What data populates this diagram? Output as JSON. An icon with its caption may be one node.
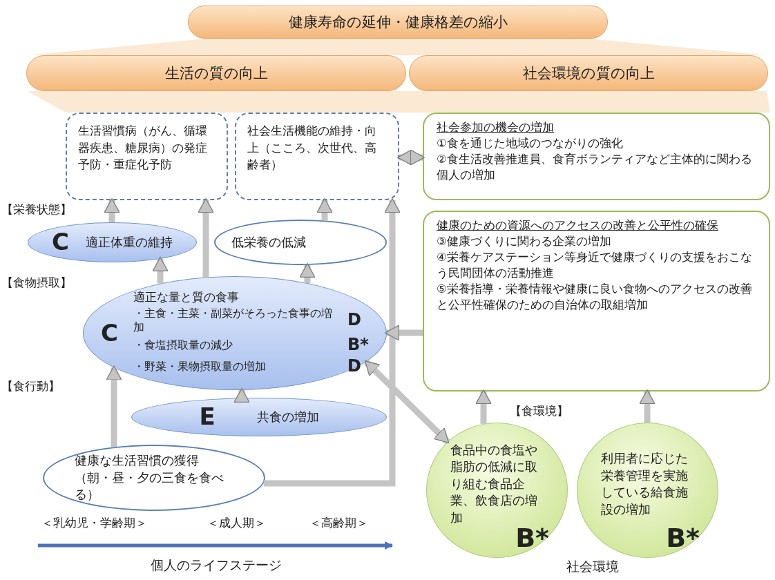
{
  "diagram": {
    "nodes": [
      {
        "text": [
          "健康寿命の延伸・健康格差の縮小"
        ]
      },
      {
        "text": [
          "生活の質の向上"
        ]
      },
      {
        "text": [
          "社会環境の質の向上"
        ]
      },
      {
        "text": [
          "生活習慣病（がん、循環器疾患、糖尿病）の発症予防・重症化予防"
        ]
      },
      {
        "text": [
          "社会生活機能の維持・向上（こころ、次世代、高齢者）"
        ]
      },
      {
        "text": [
          "社会参加の機会の増加",
          "①食を通じた地域のつながりの強化",
          "②食生活改善推進員、食育ボランティアなど主体的に関わる個人の増加"
        ]
      },
      {
        "text": [
          "健康のための資源へのアクセスの改善と公平性の確保",
          "③健康づくりに関わる企業の増加",
          "④栄養ケアステーション等身近で健康づくりの支援をおこなう民間団体の活動推進",
          "⑤栄養指導・栄養情報や健康に良い食物へのアクセスの改善と公平性確保のための自治体の取組増加"
        ]
      },
      {
        "text": [
          "C",
          "適正体重の維持"
        ]
      },
      {
        "text": [
          "低栄養の低減"
        ]
      },
      {
        "text": [
          "C",
          "適正な量と質の食事",
          "・主食・主菜・副菜がそろった食事の増加",
          "D",
          "・食塩摂取量の減少",
          "B*",
          "・野菜・果物摂取量の増加",
          "D"
        ]
      },
      {
        "text": [
          "E",
          "共食の増加"
        ]
      },
      {
        "text": [
          "健康な生活習慣の獲得（朝・昼・夕の三食を食べる）"
        ]
      },
      {
        "text": [
          "食品中の食塩や脂肪の低減に取り組む食品企業、飲食店の増加",
          "B*"
        ]
      },
      {
        "text": [
          "利用者に応じた栄養管理を実施している給食施設の増加",
          "B*"
        ]
      },
      {
        "text": [],
        "shape": "trapezoid"
      },
      {
        "text": [],
        "shape": "trapezoid"
      }
    ],
    "edges": [
      {
        "from": 7,
        "to": 3,
        "arrow": "to"
      },
      {
        "from": 9,
        "to": 3,
        "arrow": "to"
      },
      {
        "from": 9,
        "to": 7,
        "arrow": "to"
      },
      {
        "from": 9,
        "to": 8,
        "arrow": "to"
      },
      {
        "from": 8,
        "to": 4,
        "arrow": "to"
      },
      {
        "from": 11,
        "to": 4,
        "arrow": "to"
      },
      {
        "from": 4,
        "to": 5,
        "arrow": "both"
      },
      {
        "from": 6,
        "to": 9,
        "arrow": "to"
      },
      {
        "from": 11,
        "to": 9,
        "arrow": "to"
      },
      {
        "from": 10,
        "to": 9,
        "arrow": "to"
      },
      {
        "from": 9,
        "to": 12,
        "arrow": "both"
      },
      {
        "from": 12,
        "to": 6,
        "arrow": "to"
      },
      {
        "from": 13,
        "to": 6,
        "arrow": "to"
      }
    ],
    "labels": [
      "【栄養状態】",
      "【食物摂取】",
      "【食行動】",
      "【食環境】",
      "＜乳幼児・学齢期＞",
      "＜成人期＞",
      "＜高齢期＞",
      "個人のライフステージ",
      "社会環境"
    ]
  }
}
